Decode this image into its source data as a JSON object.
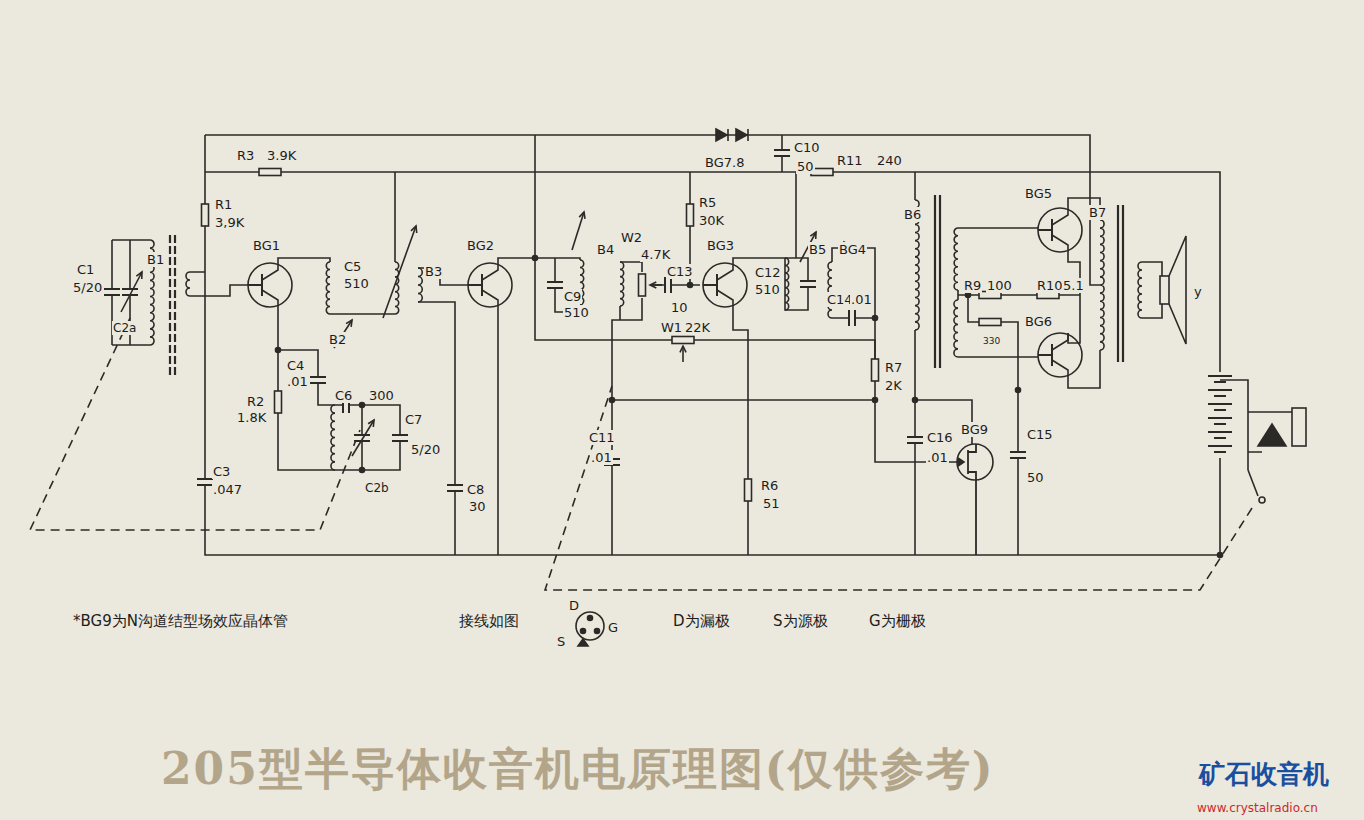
{
  "diagram": {
    "title": "205型半导体收音机电原理图(仅供参考)",
    "labels": [
      "R3",
      "3.9K",
      "BG7.8",
      "C10",
      "50",
      "R11",
      "240",
      "R1",
      "3,9K",
      "B1",
      "BG1",
      "C5",
      "510",
      "B3",
      "BG2",
      "B4",
      "W2",
      "4.7K",
      "C13",
      "10",
      "C9",
      "510",
      "W1",
      "22K",
      "R5",
      "30K",
      "BG3",
      "C12",
      "510",
      "B5",
      "BG4",
      "C14",
      ".01",
      "R7",
      "2K",
      "B6",
      "BG5",
      "B7",
      "R9",
      "100",
      "R10",
      "5.1",
      "330",
      "BG6",
      "y",
      "C1",
      "5/20",
      "C2a",
      "B2",
      "C4",
      ".01",
      "C6",
      "300",
      "C2b",
      "C7",
      "5/20",
      "R2",
      "1.8K",
      "C3",
      ".047",
      "C8",
      "30",
      "C11",
      ".01",
      "R6",
      "51",
      "C16",
      ".01",
      "BG9",
      "C15",
      "50",
      "*BG9为N沟道结型场效应晶体管",
      "接线如图",
      "D",
      "S",
      "G",
      "D为漏极",
      "S为源极",
      "G为栅极",
      "矿石收音机",
      "www.crystalradio.cn"
    ]
  }
}
